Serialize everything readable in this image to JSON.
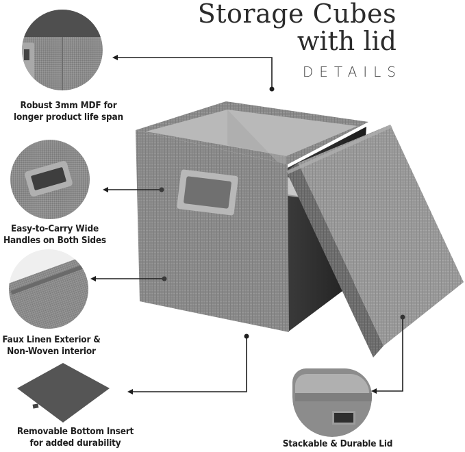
{
  "header": {
    "title_line1": "Storage Cubes",
    "title_line2": "with lid",
    "subtitle": "DETAILS"
  },
  "features": [
    {
      "id": "mdf",
      "caption_line1": "Robust 3mm MDF for",
      "caption_line2": "longer product life span"
    },
    {
      "id": "handles",
      "caption_line1": "Easy-to-Carry Wide",
      "caption_line2": "Handles on Both Sides"
    },
    {
      "id": "linen",
      "caption_line1": "Faux Linen Exterior &",
      "caption_line2": "Non-Woven interior"
    },
    {
      "id": "insert",
      "caption_line1": "Removable Bottom Insert",
      "caption_line2": "for added durability"
    },
    {
      "id": "lid",
      "caption_line1": "Stackable & Durable Lid",
      "caption_line2": ""
    }
  ],
  "colors": {
    "fabric": "#8c8c8c",
    "fabric_dark": "#5e5e5e",
    "interior": "#b8b8b8",
    "insert": "#555555",
    "line": "#1e1e1e"
  }
}
